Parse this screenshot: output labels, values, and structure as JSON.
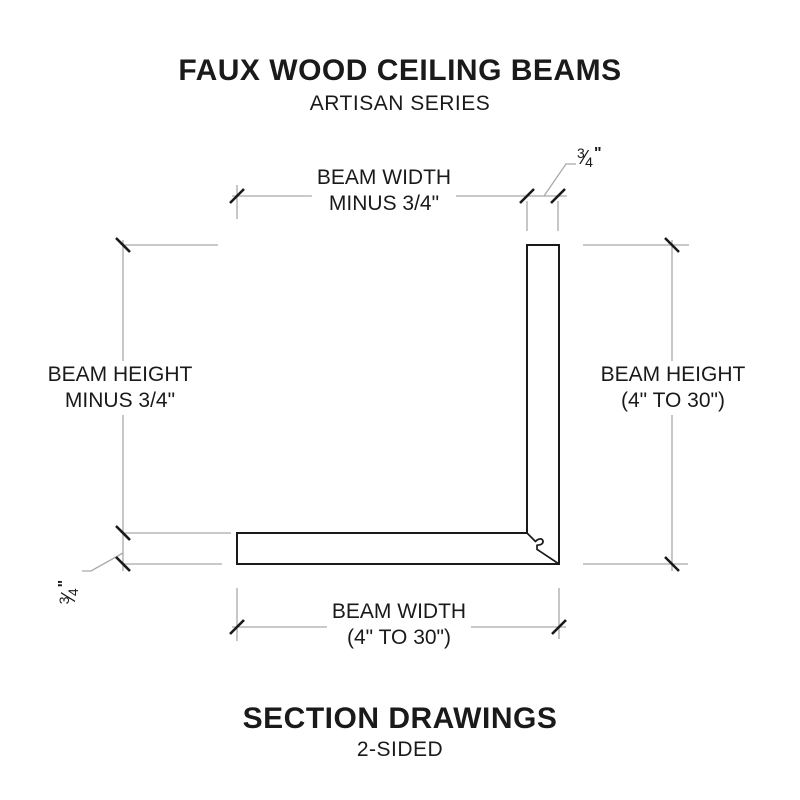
{
  "colors": {
    "ink": "#1a1a1a",
    "line": "#a9a9a9",
    "bg": "#ffffff"
  },
  "header": {
    "title": "FAUX WOOD CEILING BEAMS",
    "subtitle": "ARTISAN SERIES"
  },
  "footer": {
    "title": "SECTION DRAWINGS",
    "subtitle": "2-SIDED"
  },
  "drawing": {
    "labels": {
      "top_width": {
        "line1": "BEAM WIDTH",
        "line2": "MINUS 3/4\""
      },
      "left_height": {
        "line1": "BEAM HEIGHT",
        "line2": "MINUS 3/4\""
      },
      "right_height": {
        "line1": "BEAM HEIGHT",
        "line2": "(4\" TO 30\")"
      },
      "bottom_width": {
        "line1": "BEAM WIDTH",
        "line2": "(4\" TO 30\")"
      },
      "top_thickness": {
        "numerator": "3",
        "slash": "⁄",
        "denominator": "4",
        "unit": "\""
      },
      "left_thickness": {
        "numerator": "3",
        "slash": "⁄",
        "denominator": "4",
        "unit": "\""
      }
    }
  }
}
